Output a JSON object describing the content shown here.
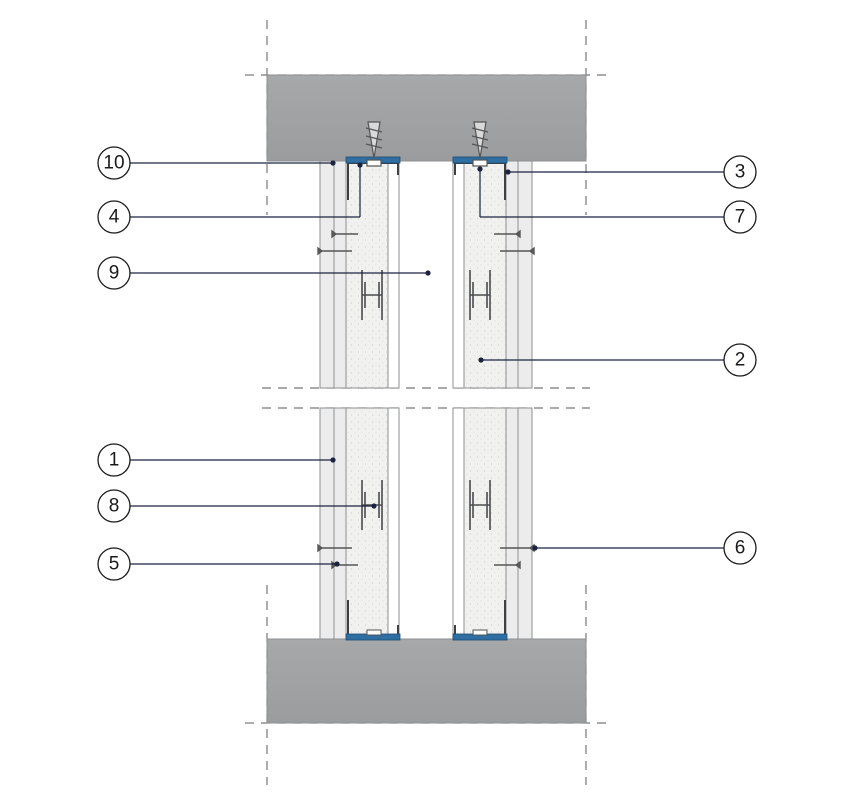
{
  "figure": {
    "callouts": [
      {
        "id": "1",
        "label": "1"
      },
      {
        "id": "2",
        "label": "2"
      },
      {
        "id": "3",
        "label": "3"
      },
      {
        "id": "4",
        "label": "4"
      },
      {
        "id": "5",
        "label": "5"
      },
      {
        "id": "6",
        "label": "6"
      },
      {
        "id": "7",
        "label": "7"
      },
      {
        "id": "8",
        "label": "8"
      },
      {
        "id": "9",
        "label": "9"
      },
      {
        "id": "10",
        "label": "10"
      }
    ],
    "colors": {
      "slab": "#a3a5a7",
      "slab_edge": "#8d8f91",
      "board": "#eceded",
      "board_line": "#8e9092",
      "insulation": "#f1f1ef",
      "stud": "#4a4c4e",
      "seal_tape": "#2f6ea3",
      "leader": "#1c2340",
      "screw": "#555555",
      "dash": "#777777"
    }
  }
}
